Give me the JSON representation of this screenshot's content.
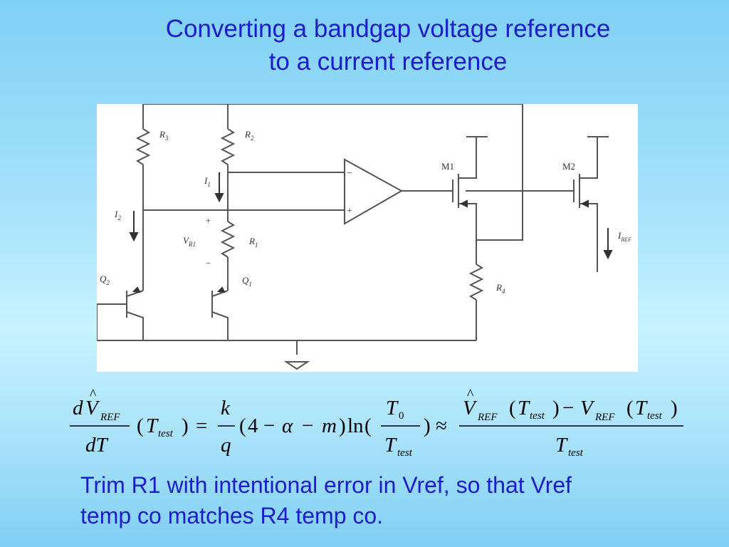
{
  "slide": {
    "title_line1": "Converting a bandgap voltage reference",
    "title_line2": "to a current reference",
    "note_line1": "Trim R1 with intentional error in Vref, so that Vref",
    "note_line2": "temp co matches R4 temp co."
  },
  "circuit": {
    "labels": {
      "r3": "R",
      "r3_sub": "3",
      "r2": "R",
      "r2_sub": "2",
      "r1": "R",
      "r1_sub": "1",
      "r4": "R",
      "r4_sub": "4",
      "i1": "I",
      "i1_sub": "1",
      "i2": "I",
      "i2_sub": "2",
      "vr1": "V",
      "vr1_sub": "R1",
      "plus": "+",
      "minus": "−",
      "q1": "Q",
      "q1_sub": "1",
      "q2": "Q",
      "q2_sub": "2",
      "m1": "M1",
      "m2": "M2",
      "iref": "I",
      "iref_sub": "REF",
      "opamp_minus": "−",
      "opamp_plus": "+"
    }
  },
  "equation": {
    "d": "d",
    "V": "V",
    "hat": "^",
    "REF": "REF",
    "dT": "dT",
    "lparen": "(",
    "rparen": ")",
    "T": "T",
    "test": "test",
    "equals": "=",
    "k": "k",
    "q": "q",
    "four": "4",
    "minus": "−",
    "alpha": "α",
    "m": "m",
    "ln": "ln",
    "T0": "T",
    "zero": "0",
    "approx": "≈"
  }
}
